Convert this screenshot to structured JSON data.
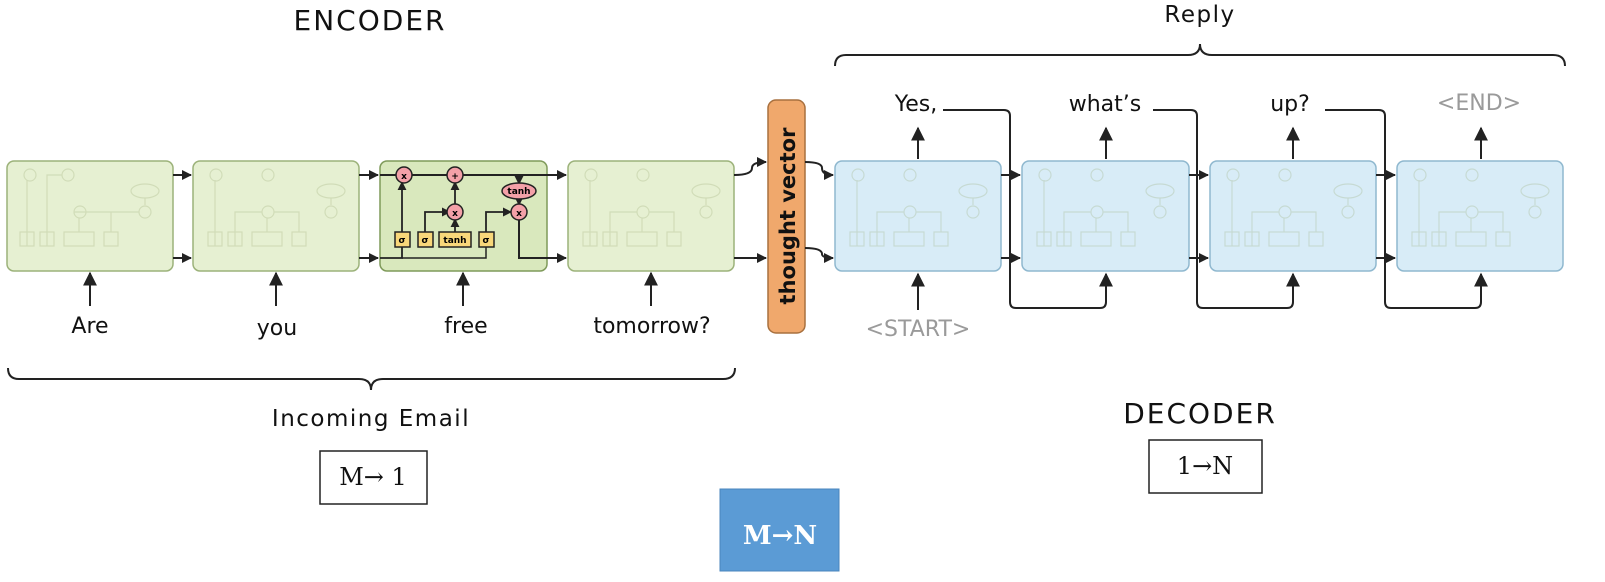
{
  "encoder": {
    "title": "ENCODER",
    "inputs": [
      "Are",
      "you",
      "free",
      "tomorrow?"
    ],
    "caption": "Incoming Email",
    "mapping": "M→ 1"
  },
  "thought_vector": {
    "label": "thought vector"
  },
  "decoder": {
    "title": "DECODER",
    "reply_label": "Reply",
    "start_token": "<START>",
    "outputs": [
      "Yes,",
      "what’s",
      "up?",
      "<END>"
    ],
    "mapping": "1→N"
  },
  "center_badge": {
    "label": "M→N"
  },
  "cell_labels": {
    "multiply": "x",
    "add": "+",
    "tanh": "tanh",
    "sigma": "σ"
  },
  "colors": {
    "encoder_cell": "#e6f0d2",
    "encoder_border": "#9cb27a",
    "decoder_cell": "#d8ecf7",
    "decoder_border": "#8fb8cf",
    "thought_vector": "#f0a86c",
    "badge": "#5b9bd5",
    "highlight_op": "#f3a0a8",
    "highlight_gate": "#f8d77a"
  }
}
